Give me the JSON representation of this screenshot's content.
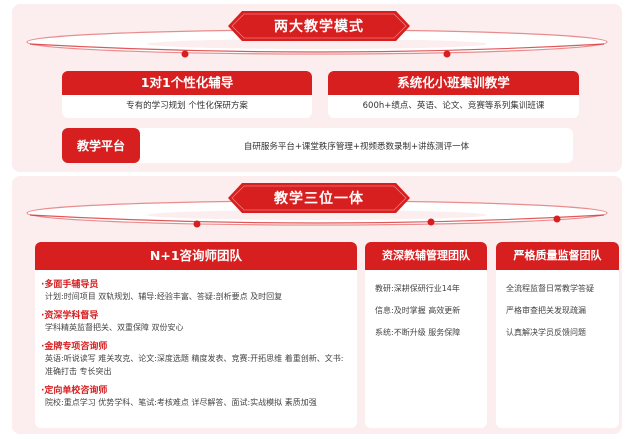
{
  "colors": {
    "accent": "#d71f20",
    "panel_bg": "#fcedee",
    "card_bg": "#ffffff",
    "text": "#333333"
  },
  "section1": {
    "title": "两大教学模式",
    "cards": [
      {
        "title": "1对1个性化辅导",
        "desc": "专有的学习规划  个性化保研方案"
      },
      {
        "title": "系统化小班集训教学",
        "desc": "600h+绩点、英语、论文、竞赛等系列集训班课"
      }
    ],
    "platform": {
      "label": "教学平台",
      "desc": "自研服务平台+课堂秩序管理+视频悉数录制+讲练测评一体"
    }
  },
  "section2": {
    "title": "教学三位一体",
    "teams": [
      {
        "title": "N+1咨询师团队",
        "roles": [
          {
            "name": "·多面手辅导员",
            "desc": "计划:时间项目 双轨规划、辅导:经验丰富、答疑:剖析要点 及时回复"
          },
          {
            "name": "·资深学科督导",
            "desc": "学科精英监督把关、双重保障 双份安心"
          },
          {
            "name": "·金牌专项咨询师",
            "desc": "英语:听说读写 难关攻克、论文:深度选题 精度发表、竞赛:开拓思维 着重创新、文书:准确打击 专长突出"
          },
          {
            "name": "·定向单校咨询师",
            "desc": "院校:重点学习 优势学科、笔试:考核难点 详尽解答、面试:实战模拟 素质加强"
          }
        ]
      },
      {
        "title": "资深教辅管理团队",
        "lines": [
          "教研:深耕保研行业14年",
          "信息:及时掌握 高效更新",
          "系统:不断升级 服务保障"
        ]
      },
      {
        "title": "严格质量监督团队",
        "lines": [
          "全流程监督日常教学答疑",
          "严格审查把关发现疏漏",
          "认真解决学员反馈问题"
        ]
      }
    ]
  }
}
